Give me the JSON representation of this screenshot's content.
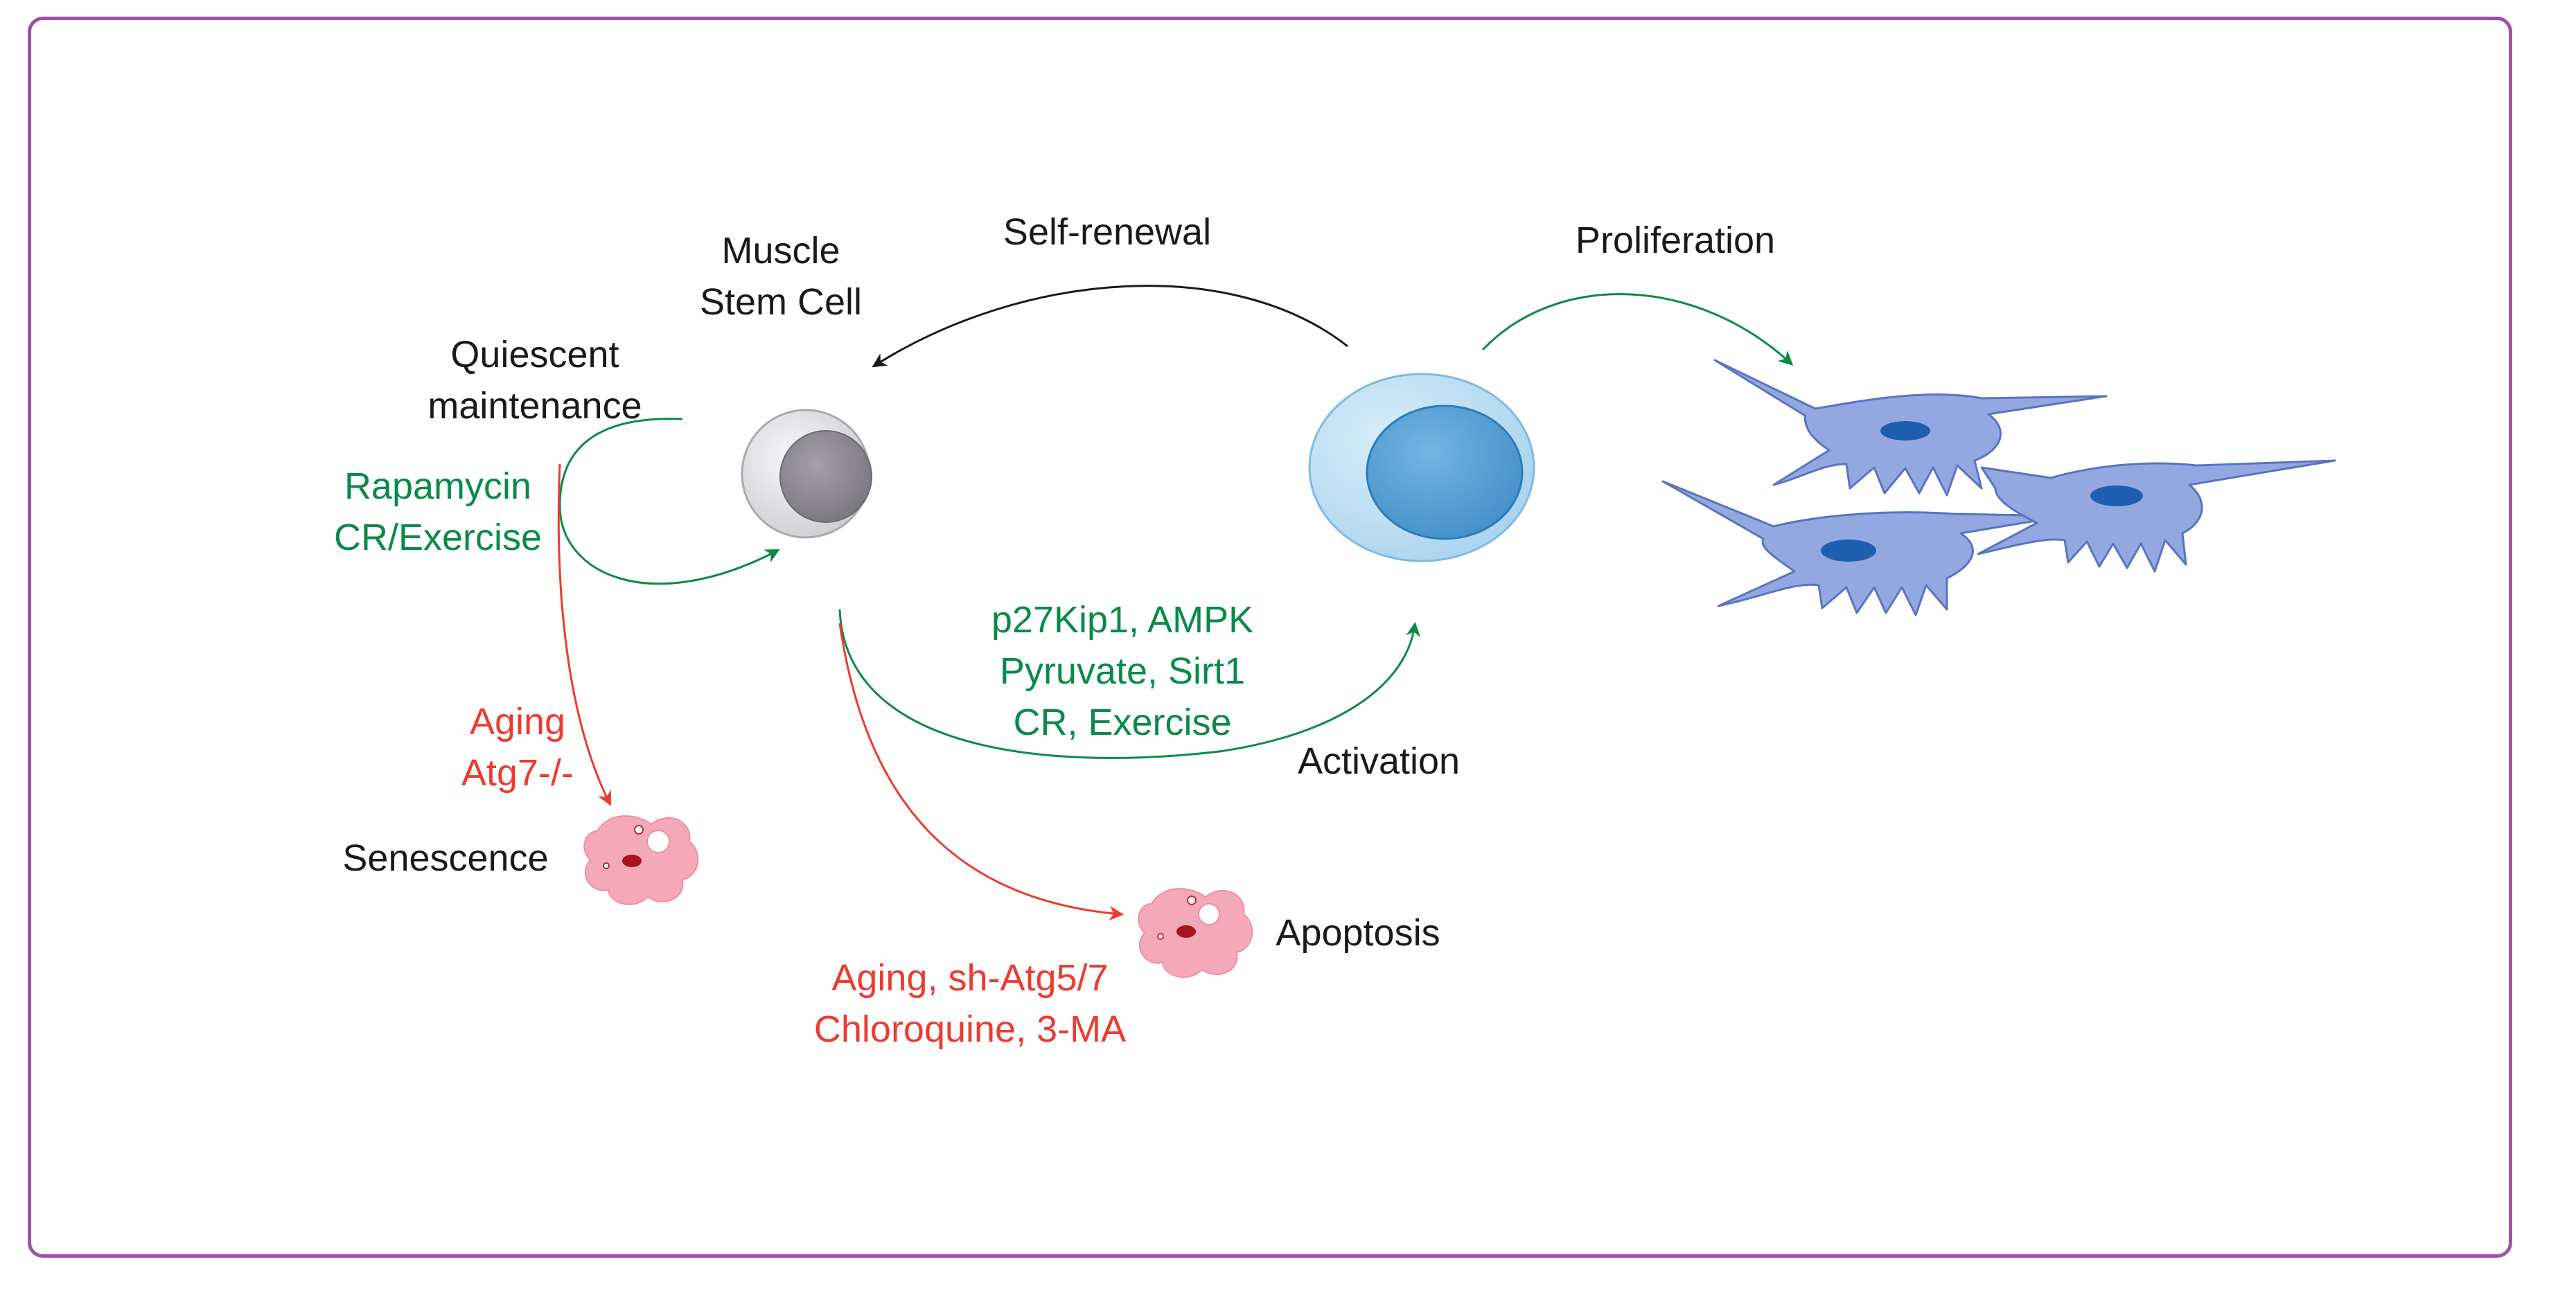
{
  "labels": {
    "muscle_stem_cell_l1": "Muscle",
    "muscle_stem_cell_l2": "Stem Cell",
    "self_renewal": "Self-renewal",
    "proliferation": "Proliferation",
    "quiescent_l1": "Quiescent",
    "quiescent_l2": "maintenance",
    "rapamycin": "Rapamycin",
    "cr_exercise": "CR/Exercise",
    "p27kip1_ampk": "p27Kip1, AMPK",
    "pyruvate_sirt1": "Pyruvate, Sirt1",
    "cr_exercise2": "CR, Exercise",
    "activation": "Activation",
    "aging": "Aging",
    "atg7": "Atg7-/-",
    "senescence": "Senescence",
    "apoptosis": "Apoptosis",
    "aging_sh_atg": "Aging, sh-Atg5/7",
    "chloroquine": "Chloroquine, 3-MA"
  },
  "colors": {
    "frame": "#a050a8",
    "green": "#0a8a4a",
    "red": "#ec3b30",
    "black": "#1a1a1a",
    "quiescent_cell": "#e4e4e8",
    "quiescent_nucleus": "#8e8c92",
    "activated_cell": "#bfe0f3",
    "activated_nucleus": "#5ba4d6",
    "myoblast": "#93a8e0",
    "myoblast_nucleus": "#1f5fb0",
    "dying_cell": "#f5a9b8"
  }
}
